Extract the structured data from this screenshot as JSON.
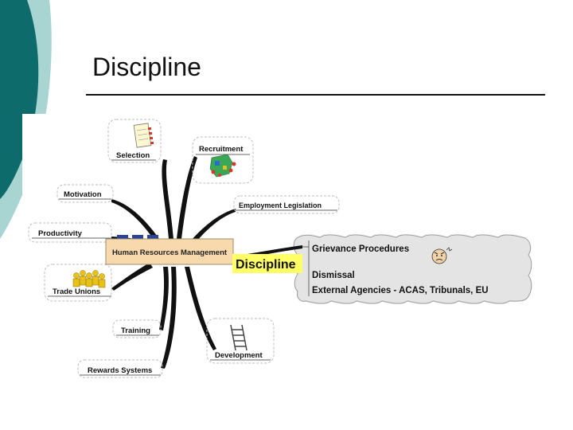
{
  "slide": {
    "title": "Discipline",
    "colors": {
      "teal_dark": "#0e6b6b",
      "teal_light": "#a8d4d2",
      "rule": "#111111"
    }
  },
  "mindmap": {
    "center": {
      "label": "Human Resources Management",
      "fill": "#f7d9ad"
    },
    "branches": [
      {
        "id": "selection",
        "label": "Selection",
        "icon": "checklist-icon"
      },
      {
        "id": "recruitment",
        "label": "Recruitment",
        "icon": "map-pins-icon"
      },
      {
        "id": "motivation",
        "label": "Motivation"
      },
      {
        "id": "employment",
        "label": "Employment Legislation"
      },
      {
        "id": "productivity",
        "label": "Productivity"
      },
      {
        "id": "unions",
        "label": "Trade Unions",
        "icon": "crowd-icon"
      },
      {
        "id": "training",
        "label": "Training"
      },
      {
        "id": "rewards",
        "label": "Rewards Systems"
      },
      {
        "id": "development",
        "label": "Development",
        "icon": "ladder-icon"
      }
    ],
    "focus": {
      "label": "Discipline",
      "highlight": "#ffff66",
      "cloud_fill": "#e4e4e4",
      "items": [
        "Grievance Procedures",
        "Dismissal",
        "External Agencies - ACAS, Tribunals, EU"
      ],
      "icon": "angry-face-icon"
    }
  }
}
